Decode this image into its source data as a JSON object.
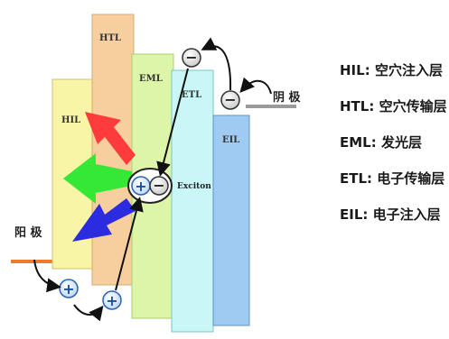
{
  "layers": {
    "htl": "HTL",
    "eml": "EML",
    "etl": "ETL",
    "hil": "HIL",
    "eil": "EIL"
  },
  "exciton_label": "Exciton",
  "cathode_label": "阴 极",
  "anode_label": "阳 极",
  "legend": [
    {
      "abbr": "HIL",
      "name": "空穴注入层"
    },
    {
      "abbr": "HTL",
      "name": "空穴传输层"
    },
    {
      "abbr": "EML",
      "name": "发光层"
    },
    {
      "abbr": "ETL",
      "name": "电子传输层"
    },
    {
      "abbr": "EIL",
      "name": "电子注入层"
    }
  ],
  "colors": {
    "hil": "#f8f6a6",
    "htl": "#f7cf9e",
    "eml": "#ddf5a8",
    "etl": "#c9f7f7",
    "eil": "#9fcbf2",
    "arrow_red": "#ff3b3b",
    "arrow_green": "#35e835",
    "arrow_blue": "#2b2be0",
    "electrode_anode": "#f07a2a",
    "electrode_cathode": "#9a9a9a",
    "hole_charge": "#3a7ad6"
  }
}
